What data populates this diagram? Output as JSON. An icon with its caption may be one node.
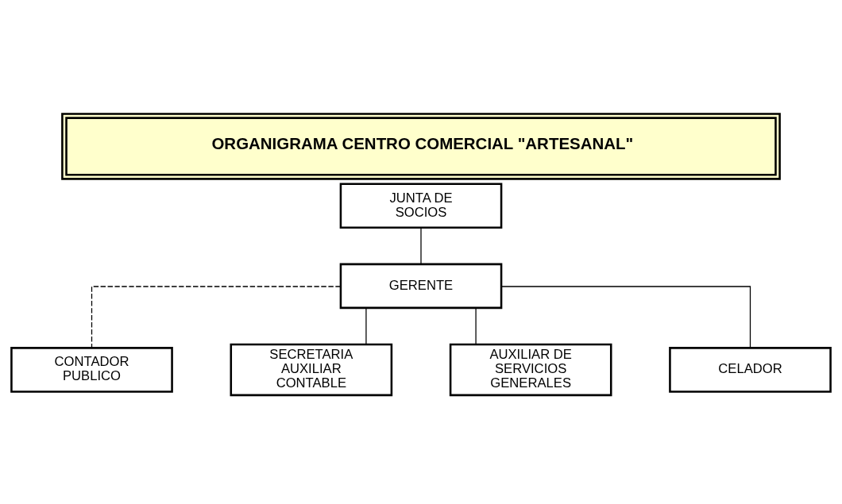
{
  "diagram": {
    "title": "ORGANIGRAMA CENTRO COMERCIAL \"ARTESANAL\"",
    "nodes": [
      {
        "text": [
          "JUNTA DE SOCIOS"
        ]
      },
      {
        "text": [
          "GERENTE"
        ]
      },
      {
        "text": [
          "CONTADOR PUBLICO"
        ]
      },
      {
        "text": [
          "SECRETARIA AUXILIAR CONTABLE"
        ]
      },
      {
        "text": [
          "AUXILIAR DE SERVICIOS GENERALES"
        ]
      },
      {
        "text": [
          "CELADOR"
        ]
      }
    ],
    "edges": [
      {
        "from": 0,
        "to": 1,
        "arrow": "none"
      },
      {
        "from": 1,
        "to": 2,
        "arrow": "none",
        "style": "dashed"
      },
      {
        "from": 1,
        "to": 3,
        "arrow": "none"
      },
      {
        "from": 1,
        "to": 4,
        "arrow": "none"
      },
      {
        "from": 1,
        "to": 5,
        "arrow": "none"
      }
    ]
  }
}
